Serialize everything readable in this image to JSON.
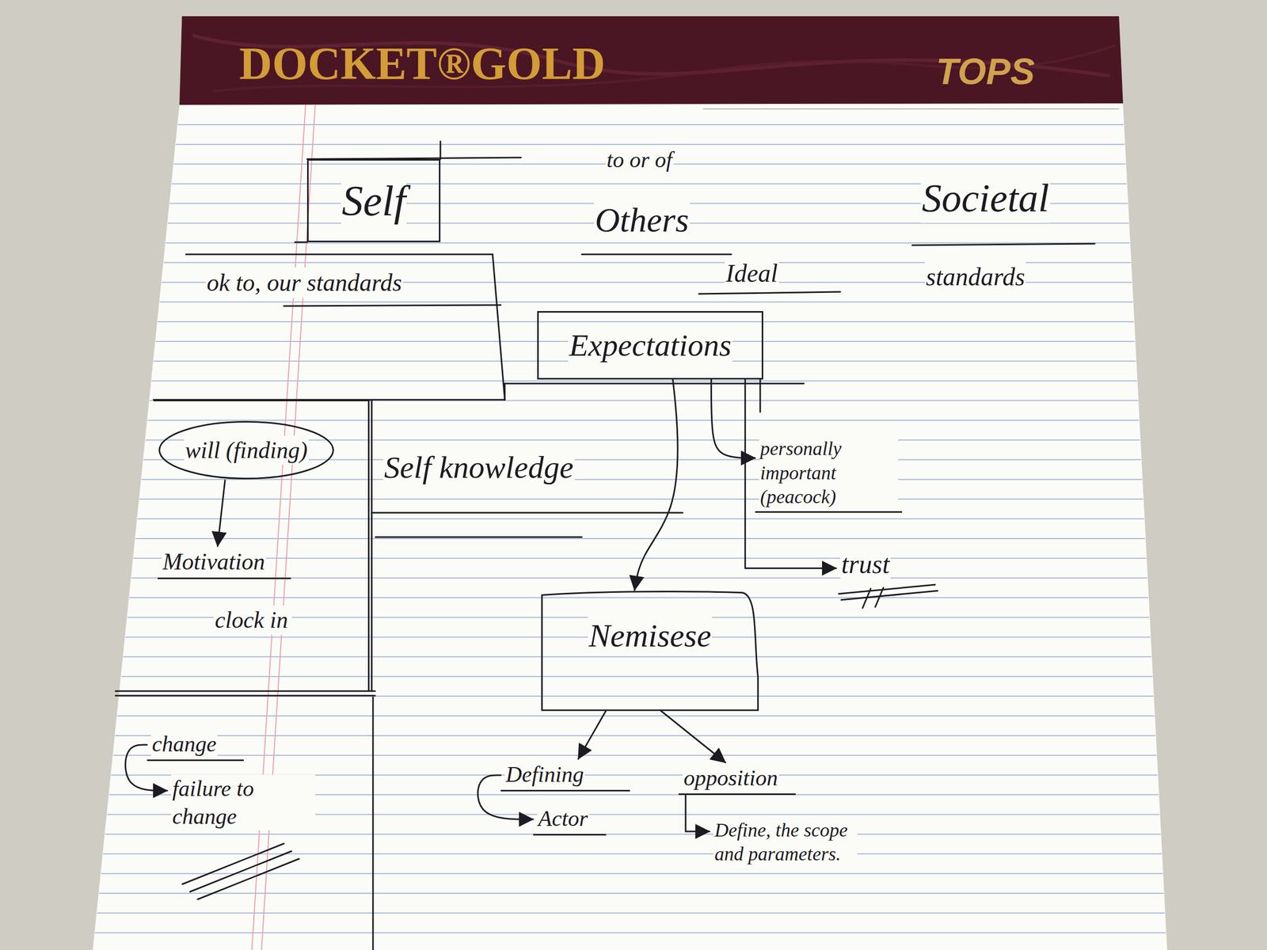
{
  "diagram": {
    "nodes": [
      {
        "text": [
          "Self"
        ]
      },
      {
        "text": [
          "Expectations"
        ]
      },
      {
        "text": [
          "Self knowledge"
        ]
      },
      {
        "text": [
          "will (finding)"
        ],
        "in": 2
      },
      {
        "text": [
          "Motivation"
        ],
        "in": 2
      },
      {
        "text": [
          "personally important (peacock)"
        ]
      },
      {
        "text": [
          "trust"
        ]
      },
      {
        "text": [
          "Nemisese"
        ]
      },
      {
        "text": [
          "Defining"
        ]
      },
      {
        "text": [
          "Actor"
        ]
      },
      {
        "text": [
          "opposition"
        ]
      },
      {
        "text": [
          "Define, the scope and parameters."
        ]
      },
      {
        "text": [
          "change"
        ]
      },
      {
        "text": [
          "failure to change"
        ]
      }
    ],
    "edges": [
      {
        "from": 1,
        "to": 7,
        "arrow": "to"
      },
      {
        "from": 1,
        "to": 5,
        "arrow": "to"
      },
      {
        "from": 1,
        "to": 6,
        "arrow": "to"
      },
      {
        "from": 3,
        "to": 4,
        "arrow": "to"
      },
      {
        "from": 7,
        "to": 8,
        "arrow": "to"
      },
      {
        "from": 7,
        "to": 10,
        "arrow": "to"
      },
      {
        "from": 8,
        "to": 9,
        "arrow": "to"
      },
      {
        "from": 10,
        "to": 11,
        "arrow": "to"
      },
      {
        "from": 12,
        "to": 13,
        "arrow": "to"
      }
    ],
    "labels": [
      "DOCKET®GOLD",
      "TOPS",
      "to or of",
      "Others",
      "Societal",
      "ok to, our standards",
      "Ideal",
      "standards",
      "clock in"
    ]
  }
}
